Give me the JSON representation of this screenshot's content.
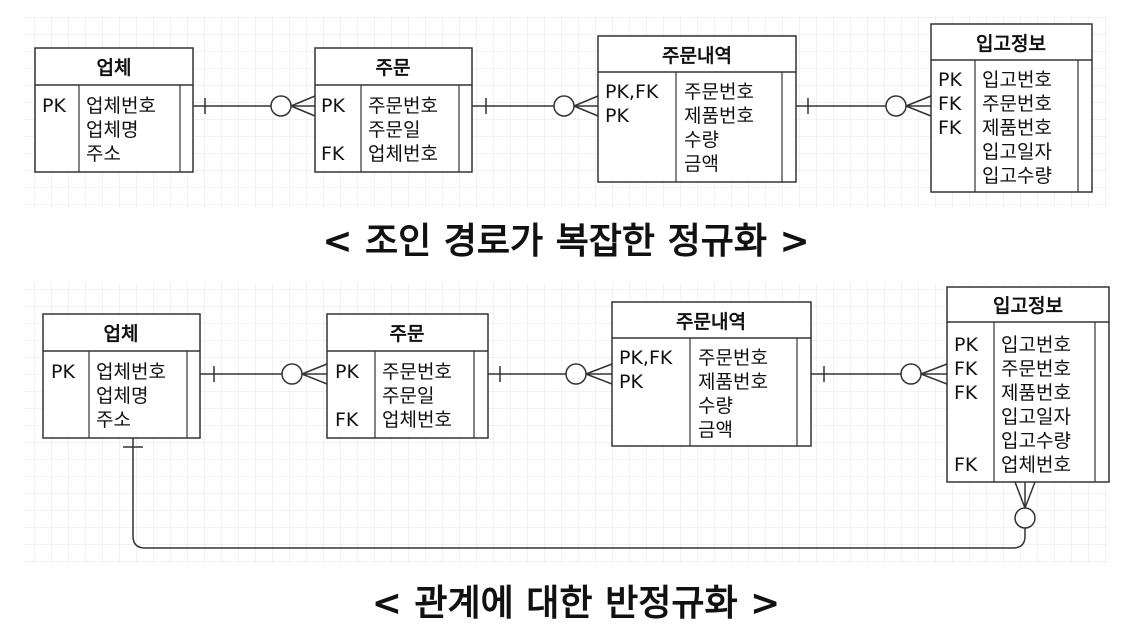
{
  "diagrams": [
    {
      "caption": "< 조인 경로가 복잡한 정규화 >",
      "entities": [
        {
          "title": "업체",
          "rows": [
            {
              "key": "PK",
              "field": "업체번호"
            },
            {
              "key": "",
              "field": "업체명"
            },
            {
              "key": "",
              "field": "주소"
            }
          ]
        },
        {
          "title": "주문",
          "rows": [
            {
              "key": "PK",
              "field": "주문번호"
            },
            {
              "key": "",
              "field": "주문일"
            },
            {
              "key": "FK",
              "field": "업체번호"
            }
          ]
        },
        {
          "title": "주문내역",
          "rows": [
            {
              "key": "PK,FK",
              "field": "주문번호"
            },
            {
              "key": "PK",
              "field": "제품번호"
            },
            {
              "key": "",
              "field": "수량"
            },
            {
              "key": "",
              "field": "금액"
            }
          ]
        },
        {
          "title": "입고정보",
          "rows": [
            {
              "key": "PK",
              "field": "입고번호"
            },
            {
              "key": "FK",
              "field": "주문번호"
            },
            {
              "key": "FK",
              "field": "제품번호"
            },
            {
              "key": "",
              "field": "입고일자"
            },
            {
              "key": "",
              "field": "입고수량"
            }
          ]
        }
      ]
    },
    {
      "caption": "< 관계에 대한 반정규화 >",
      "entities": [
        {
          "title": "업체",
          "rows": [
            {
              "key": "PK",
              "field": "업체번호"
            },
            {
              "key": "",
              "field": "업체명"
            },
            {
              "key": "",
              "field": "주소"
            }
          ]
        },
        {
          "title": "주문",
          "rows": [
            {
              "key": "PK",
              "field": "주문번호"
            },
            {
              "key": "",
              "field": "주문일"
            },
            {
              "key": "FK",
              "field": "업체번호"
            }
          ]
        },
        {
          "title": "주문내역",
          "rows": [
            {
              "key": "PK,FK",
              "field": "주문번호"
            },
            {
              "key": "PK",
              "field": "제품번호"
            },
            {
              "key": "",
              "field": "수량"
            },
            {
              "key": "",
              "field": "금액"
            }
          ]
        },
        {
          "title": "입고정보",
          "rows": [
            {
              "key": "PK",
              "field": "입고번호"
            },
            {
              "key": "FK",
              "field": "주문번호"
            },
            {
              "key": "FK",
              "field": "제품번호"
            },
            {
              "key": "",
              "field": "입고일자"
            },
            {
              "key": "",
              "field": "입고수량"
            },
            {
              "key": "FK",
              "field": "업체번호"
            }
          ]
        }
      ]
    }
  ]
}
